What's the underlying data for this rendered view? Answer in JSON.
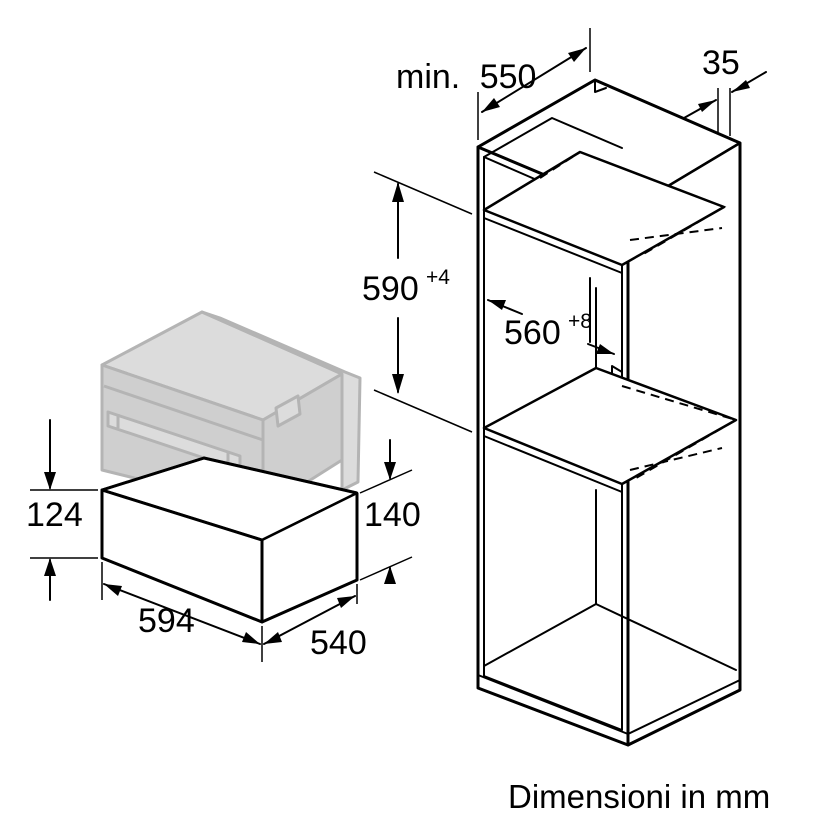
{
  "dimensions": {
    "niche_depth": {
      "prefix": "min.",
      "value": "550"
    },
    "side_panel": {
      "value": "35"
    },
    "niche_height": {
      "value": "590",
      "tolerance": "+4"
    },
    "niche_width": {
      "value": "560",
      "tolerance": "+8"
    },
    "drawer_front_height": {
      "value": "124"
    },
    "drawer_total_height": {
      "value": "140"
    },
    "drawer_width": {
      "value": "594"
    },
    "drawer_depth": {
      "value": "540"
    }
  },
  "caption": "Dimensioni in mm"
}
